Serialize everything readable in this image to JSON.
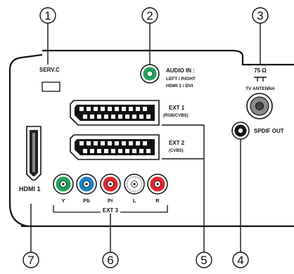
{
  "callouts": [
    "1",
    "2",
    "3",
    "4",
    "5",
    "6",
    "7"
  ],
  "labels": {
    "serv_c": "SERV.C",
    "audio_in_line1": "AUDIO IN :",
    "audio_in_line2": "LEFT / RIGHT",
    "audio_in_line3": "HDMI 1 / DVI",
    "ohm": "75 Ω",
    "tv_antenna": "TV ANTENNA",
    "ext1": "EXT 1",
    "ext1_sub": "(RGB/CVBS)",
    "ext2": "EXT 2",
    "ext2_sub": "(CVBS)",
    "spdif_out": "SPDIF OUT",
    "hdmi1": "HDMI 1",
    "ext3": "EXT 3"
  },
  "component_jacks": [
    {
      "label": "Y",
      "color": "#1fa35a"
    },
    {
      "label": "Pb",
      "color": "#1b7fc4"
    },
    {
      "label": "Pr",
      "color": "#e0262b"
    },
    {
      "label": "L",
      "color": "#ffffff"
    },
    {
      "label": "R",
      "color": "#e0262b"
    }
  ],
  "colors": {
    "audio_jack": "#1fa35a",
    "panel_stroke": "#111111",
    "port_gray": "#8a8a8a"
  }
}
